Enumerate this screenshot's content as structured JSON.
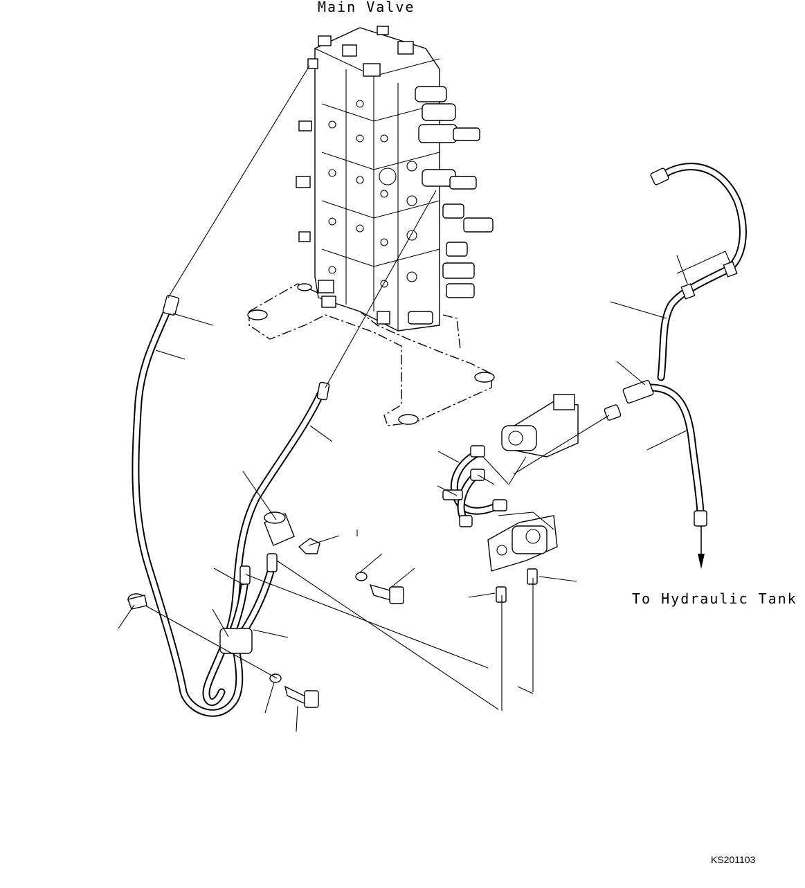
{
  "labels": {
    "main_valve": "Main Valve",
    "to_hydraulic_tank": "To Hydraulic Tank",
    "drawing_code": "KS201103"
  }
}
